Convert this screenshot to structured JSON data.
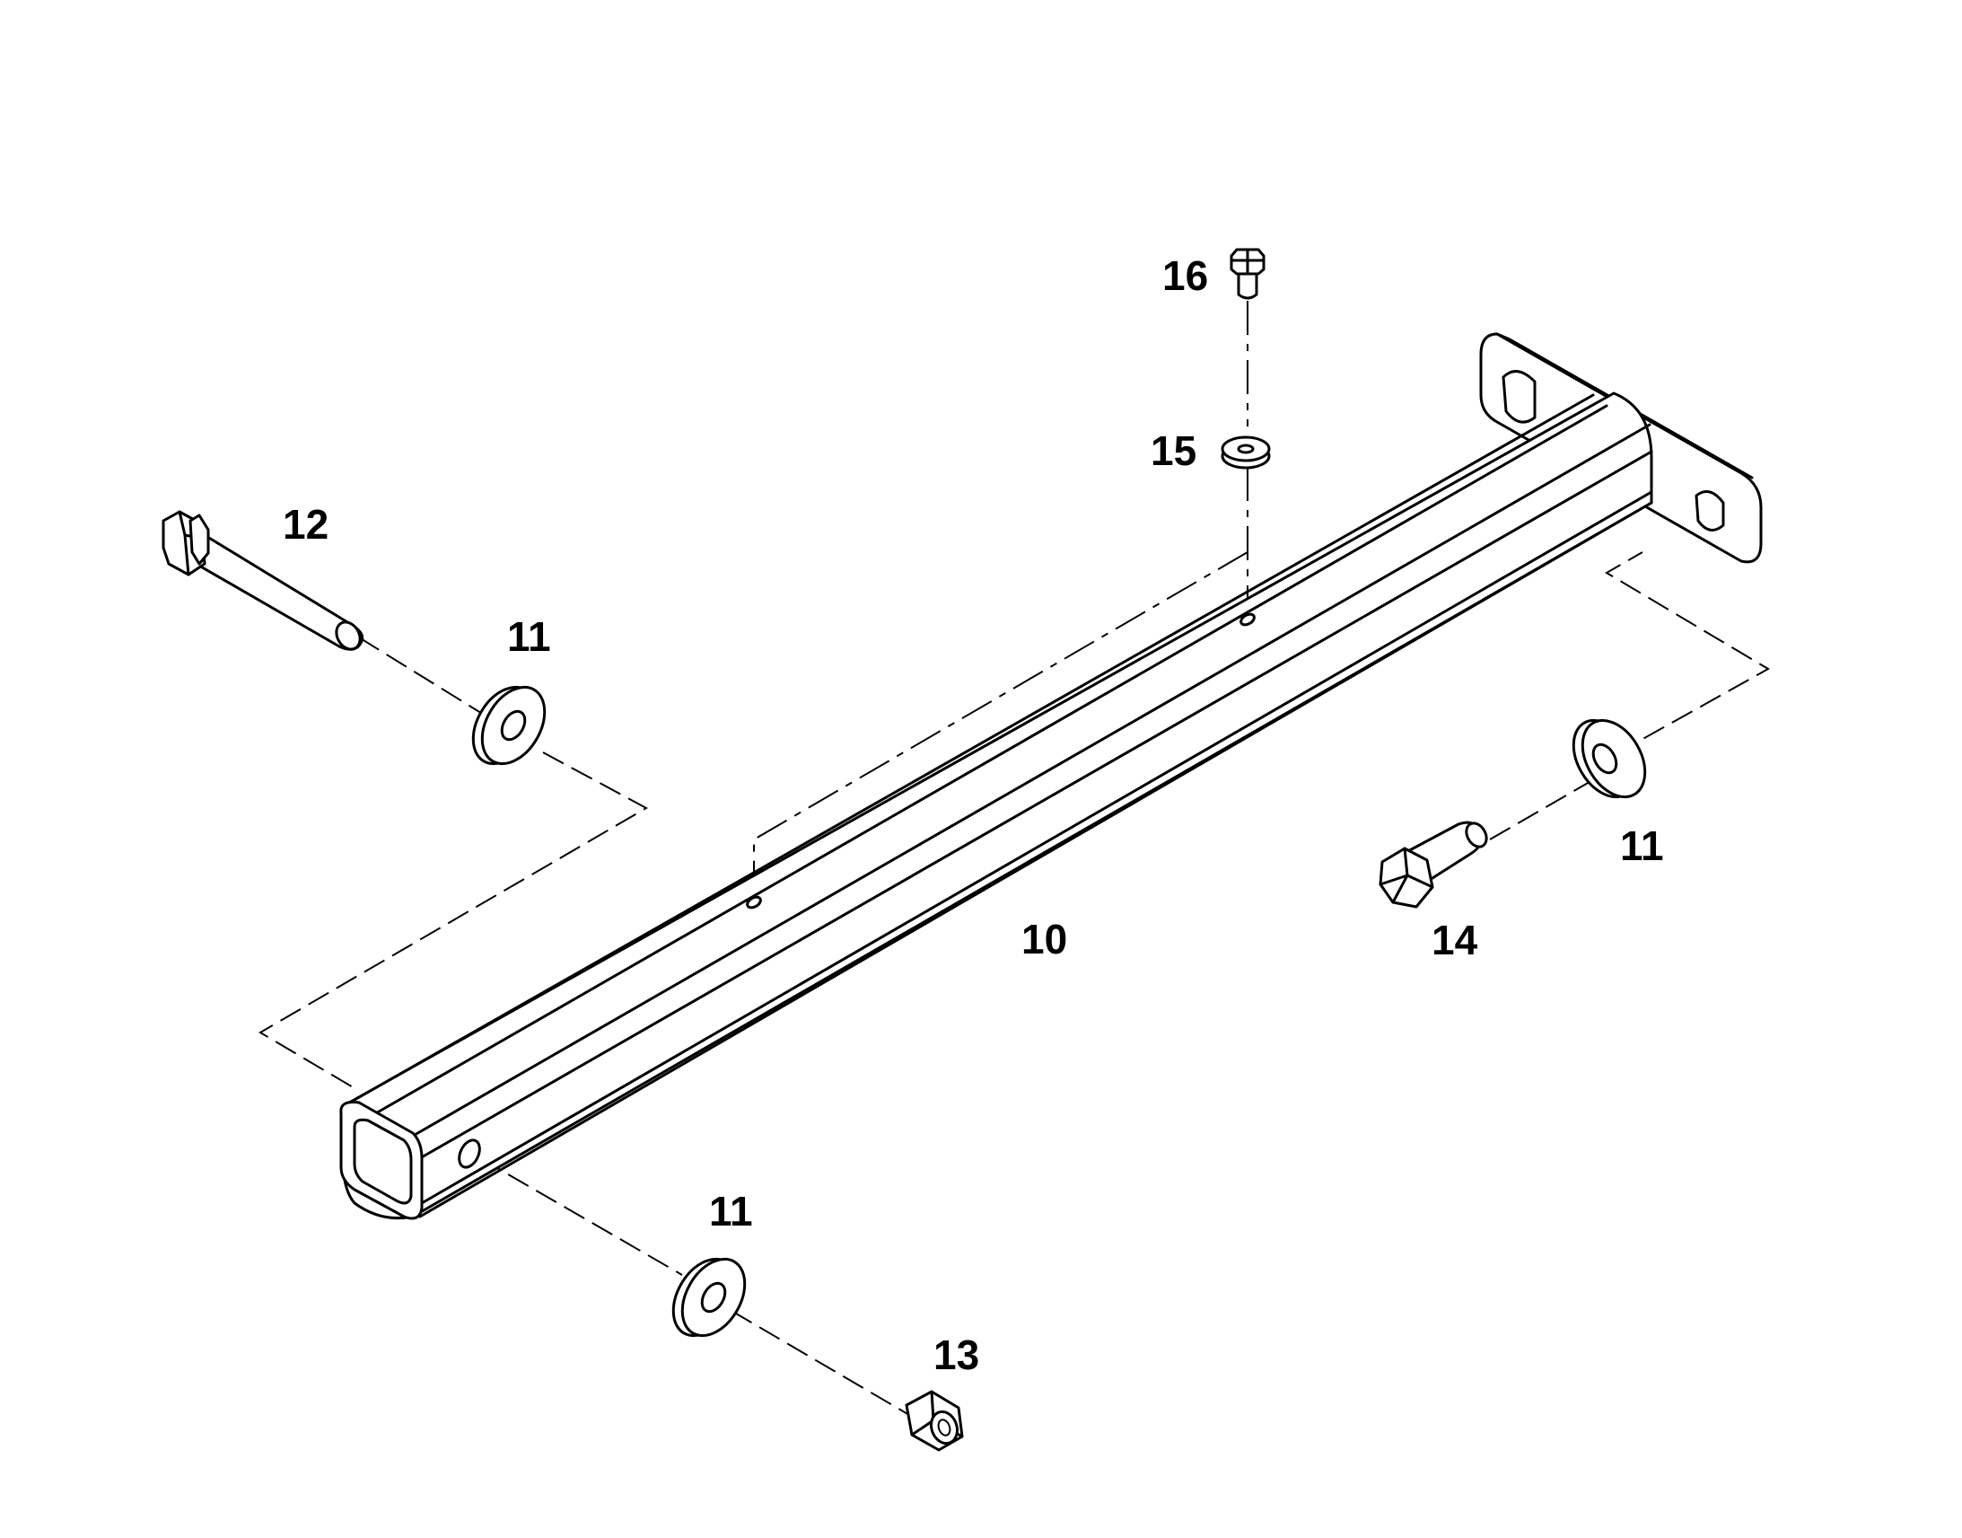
{
  "diagram": {
    "callouts": {
      "beam": "10",
      "washer_left": "11",
      "washer_bottom": "11",
      "washer_right": "11",
      "long_bolt": "12",
      "nut": "13",
      "short_bolt": "14",
      "small_washer": "15",
      "small_bolt": "16"
    },
    "colors": {
      "line": "#000000",
      "background": "#ffffff"
    }
  }
}
